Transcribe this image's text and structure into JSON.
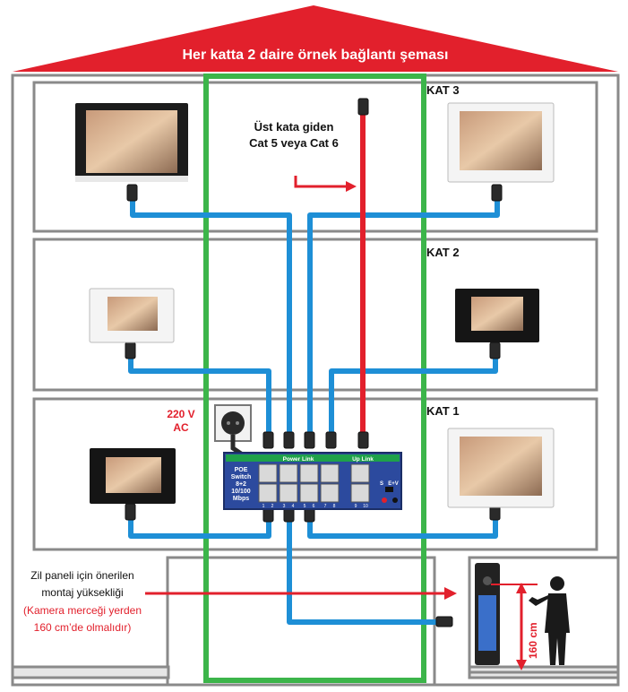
{
  "title": "Her katta 2 daire örnek bağlantı şeması",
  "floors": [
    {
      "label": "KAT 3"
    },
    {
      "label": "KAT 2"
    },
    {
      "label": "KAT 1"
    }
  ],
  "uplink_note": {
    "line1": "Üst kata giden",
    "line2": "Cat 5 veya Cat 6"
  },
  "power": {
    "line1": "220 V",
    "line2": "AC"
  },
  "switch": {
    "header_left": "Power Link",
    "header_right": "Up Link",
    "name_lines": [
      "POE",
      "Switch",
      "8+2",
      "10/100",
      "Mbps"
    ],
    "port_numbers": [
      "1",
      "2",
      "3",
      "4",
      "5",
      "6",
      "7",
      "8",
      "9",
      "10"
    ],
    "s_label": "S",
    "ev_label": "E+V"
  },
  "doorbell_note": {
    "line1": "Zil paneli için önerilen",
    "line2": "montaj yüksekliği",
    "line3": "(Kamera merceği yerden",
    "line4": "160 cm’de olmalıdır)"
  },
  "height_label": "160 cm",
  "colors": {
    "roof": "#e2202c",
    "wall": "#8a8a8a",
    "shaft": "#3cb54a",
    "cable_blue": "#1e8fd6",
    "cable_red": "#e2202c",
    "switch_blue": "#2c4a9e",
    "switch_green": "#1fa14a"
  }
}
